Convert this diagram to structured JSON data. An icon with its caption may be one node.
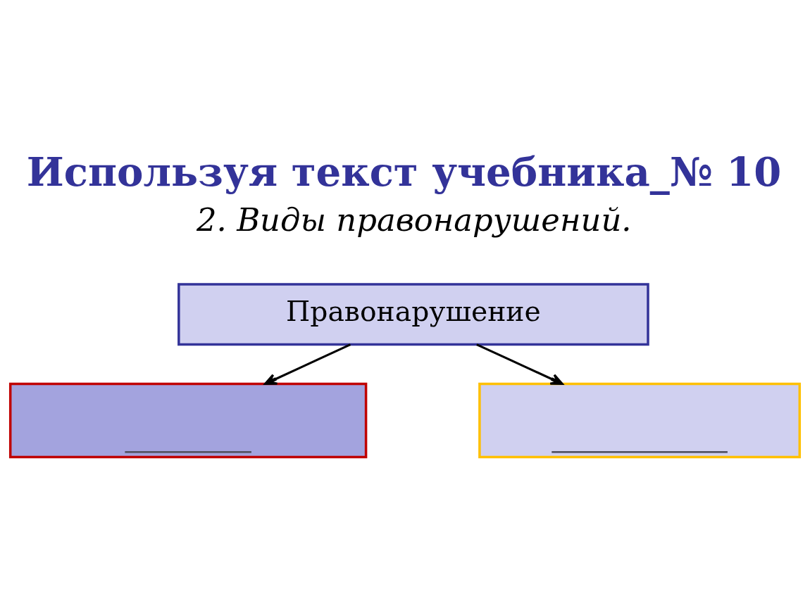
{
  "diagram": {
    "title": "Используя текст учебника_№ 10",
    "nodes": [
      {
        "text": [
          "Правонарушение"
        ]
      },
      {
        "text": [],
        "shape": "box"
      },
      {
        "text": [],
        "shape": "box"
      }
    ],
    "edges": [
      {
        "from": 0,
        "to": 1,
        "arrow": "to"
      },
      {
        "from": 0,
        "to": 2,
        "arrow": "to"
      }
    ],
    "labels": [
      "2. Виды правонарушений."
    ]
  }
}
